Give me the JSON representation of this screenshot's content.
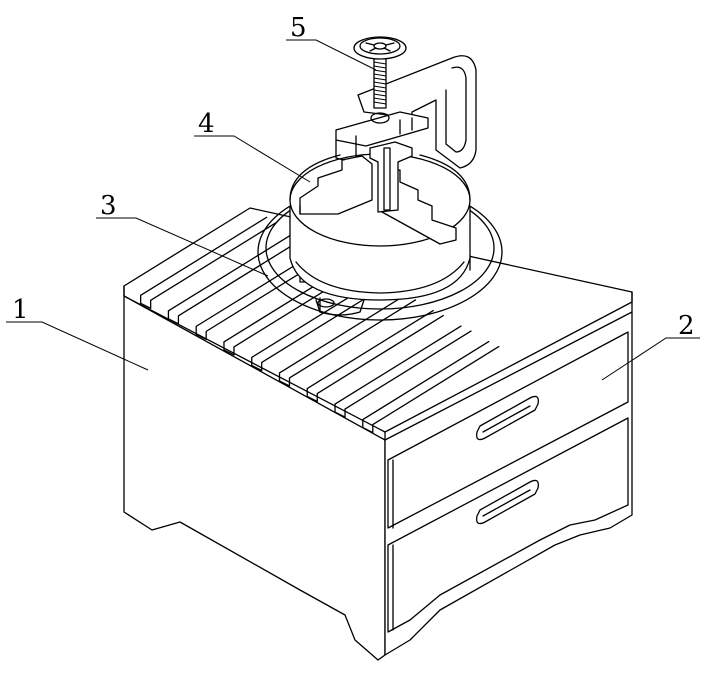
{
  "labels": [
    {
      "id": "1",
      "text": "1"
    },
    {
      "id": "2",
      "text": "2"
    },
    {
      "id": "3",
      "text": "3"
    },
    {
      "id": "4",
      "text": "4"
    },
    {
      "id": "5",
      "text": "5"
    }
  ]
}
